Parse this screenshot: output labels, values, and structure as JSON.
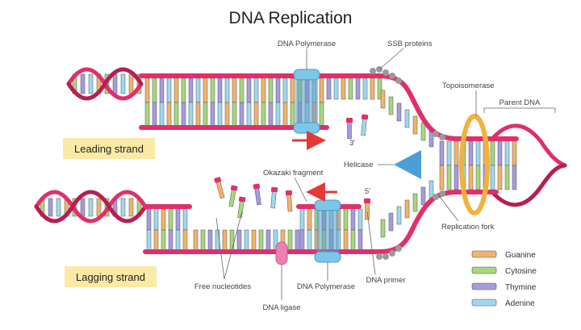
{
  "title": "DNA Replication",
  "labels": {
    "dna_polymerase_top": "DNA Polymerase",
    "ssb_proteins": "SSB proteins",
    "topoisomerase": "Topoisomerase",
    "parent_dna": "Parent DNA",
    "three_prime": "3'",
    "helicase": "Helicase",
    "okazaki_fragment": "Okazaki fragment",
    "five_prime": "5'",
    "replication_fork": "Replication fork",
    "free_nucleotides": "Free nucleotides",
    "dna_ligase": "DNA ligase",
    "dna_polymerase_bottom": "DNA Polymerase",
    "dna_primer": "DNA primer"
  },
  "strand_labels": {
    "leading": "Leading strand",
    "lagging": "Lagging strand"
  },
  "legend": [
    {
      "name": "Guanine",
      "color": "#f2b36a"
    },
    {
      "name": "Cytosine",
      "color": "#a6d77c"
    },
    {
      "name": "Thymine",
      "color": "#a59be0"
    },
    {
      "name": "Adenine",
      "color": "#9ed8ee"
    }
  ],
  "colors": {
    "backbone": "#e0306c",
    "backbone_dark": "#b51f52",
    "polymerase": "#7cc7e8",
    "topoisomerase": "#f2b23e",
    "helicase": "#4b9fd6",
    "ligase": "#ef7fb3",
    "ssb": "#9a9a9a",
    "arrow": "#e53939",
    "label_bg": "#fbeaa5"
  }
}
